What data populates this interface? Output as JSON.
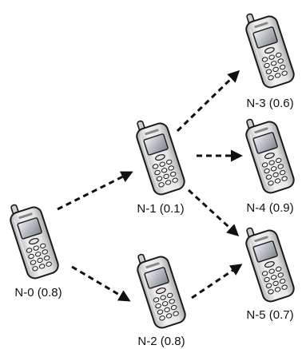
{
  "diagram": {
    "nodes": [
      {
        "id": "N-0",
        "label": "N-0 (0.8)"
      },
      {
        "id": "N-1",
        "label": "N-1 (0.1)"
      },
      {
        "id": "N-2",
        "label": "N-2 (0.8)"
      },
      {
        "id": "N-3",
        "label": "N-3 (0.6)"
      },
      {
        "id": "N-4",
        "label": "N-4 (0.9)"
      },
      {
        "id": "N-5",
        "label": "N-5 (0.7)"
      }
    ],
    "edges": [
      {
        "from": "N-0",
        "to": "N-1",
        "style": "dashed"
      },
      {
        "from": "N-0",
        "to": "N-2",
        "style": "dashed"
      },
      {
        "from": "N-1",
        "to": "N-3",
        "style": "dashed"
      },
      {
        "from": "N-1",
        "to": "N-4",
        "style": "dashed"
      },
      {
        "from": "N-1",
        "to": "N-5",
        "style": "dashed"
      },
      {
        "from": "N-2",
        "to": "N-5",
        "style": "dashed"
      }
    ],
    "node_icon": "mobile-phone-icon",
    "colors": {
      "edge": "#111111",
      "phone_body_light": "#f2f2f2",
      "phone_body_dark": "#b8b8b8",
      "phone_outline": "#1a1a1a",
      "screen_light": "#d9dce2",
      "screen_dark": "#7d828c"
    }
  }
}
